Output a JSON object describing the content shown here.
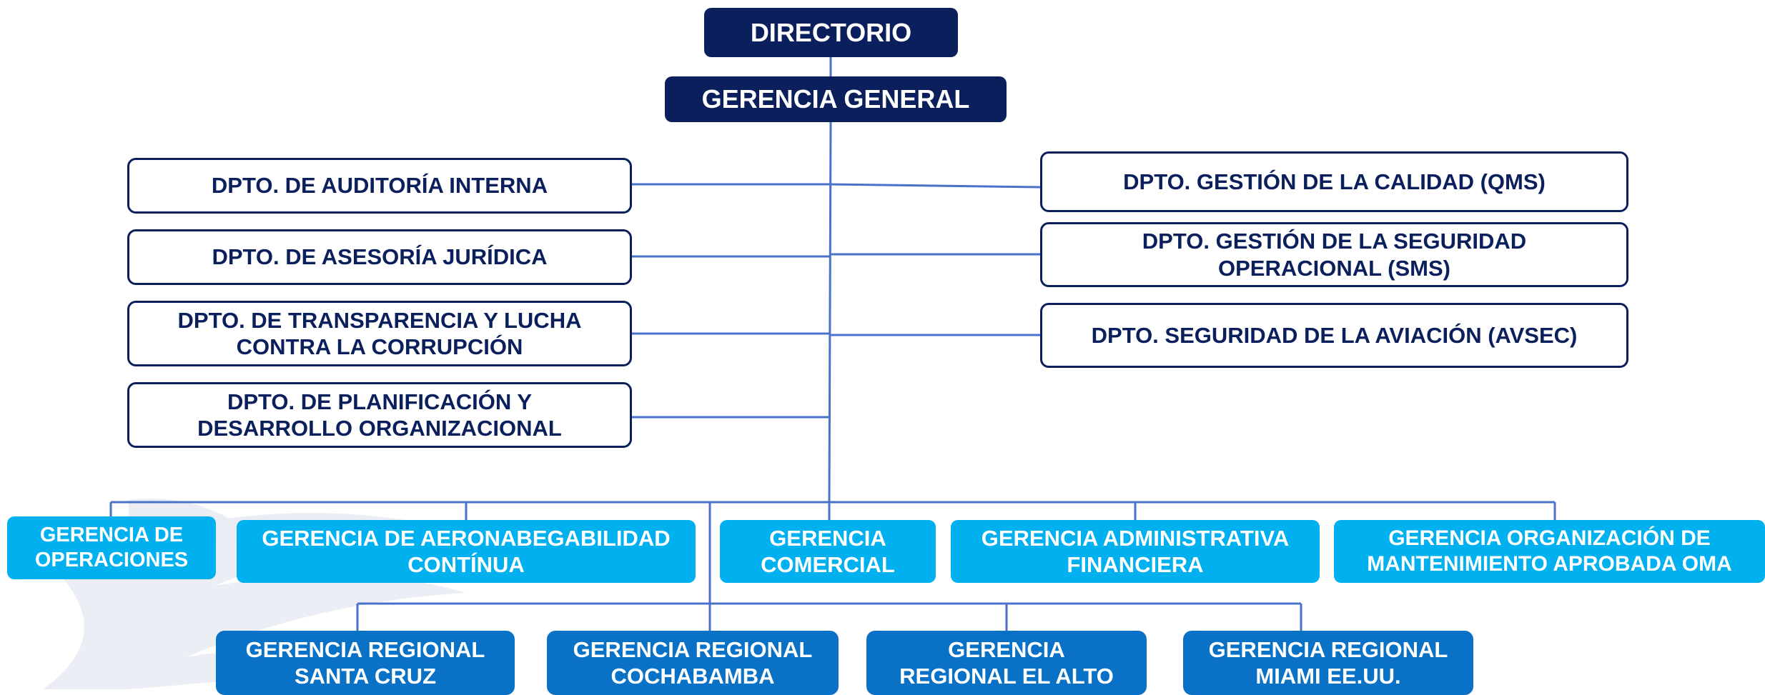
{
  "colors": {
    "line": "#4a72c8",
    "dark": "#0a1f5c",
    "cyan": "#00b0ef",
    "regional": "#0972c6",
    "watermark": "#e9ecf3"
  },
  "top": {
    "directorio": "DIRECTORIO",
    "gerencia_general": "GERENCIA GENERAL"
  },
  "left_departments": [
    {
      "label": "DPTO. DE AUDITORÍA INTERNA"
    },
    {
      "label": "DPTO. DE ASESORÍA JURÍDICA"
    },
    {
      "label": "DPTO. DE TRANSPARENCIA Y LUCHA\nCONTRA LA CORRUPCIÓN"
    },
    {
      "label": "DPTO. DE PLANIFICACIÓN Y\nDESARROLLO ORGANIZACIONAL"
    }
  ],
  "right_departments": [
    {
      "label": "DPTO. GESTIÓN DE LA CALIDAD (QMS)"
    },
    {
      "label": "DPTO. GESTIÓN DE LA SEGURIDAD\nOPERACIONAL (SMS)"
    },
    {
      "label": "DPTO. SEGURIDAD DE LA AVIACIÓN (AVSEC)"
    }
  ],
  "gerencias": [
    {
      "label": "GERENCIA DE\nOPERACIONES"
    },
    {
      "label": "GERENCIA DE AERONABEGABILIDAD\nCONTÍNUA"
    },
    {
      "label": "GERENCIA\nCOMERCIAL"
    },
    {
      "label": "GERENCIA ADMINISTRATIVA\nFINANCIERA"
    },
    {
      "label": "GERENCIA ORGANIZACIÓN DE\nMANTENIMIENTO APROBADA OMA"
    }
  ],
  "regionales": [
    {
      "label": "GERENCIA REGIONAL\nSANTA CRUZ"
    },
    {
      "label": "GERENCIA REGIONAL\nCOCHABAMBA"
    },
    {
      "label": "GERENCIA\nREGIONAL EL ALTO"
    },
    {
      "label": "GERENCIA REGIONAL\nMIAMI EE.UU."
    }
  ]
}
